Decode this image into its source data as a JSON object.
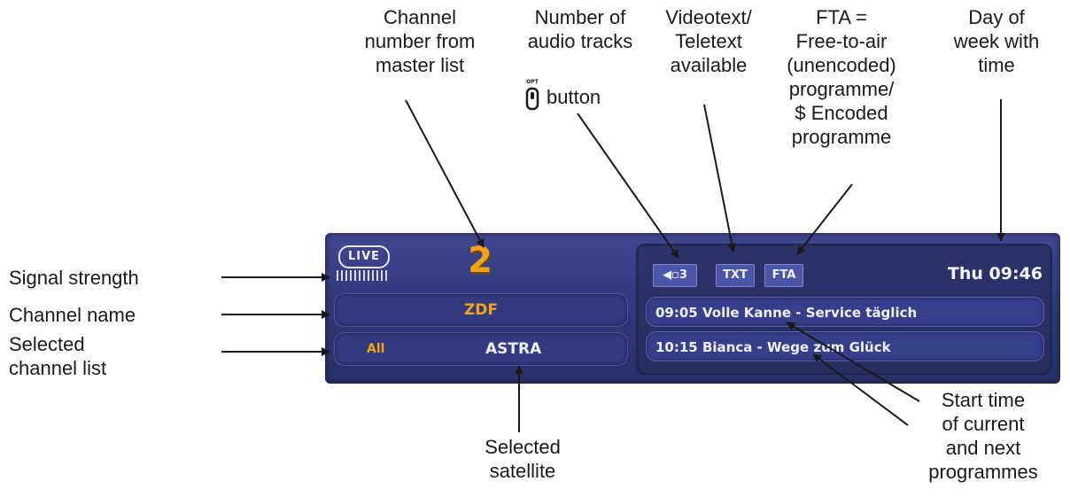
{
  "callouts": {
    "channel_number": "Channel\nnumber from\nmaster list",
    "audio_tracks": "Number of\naudio tracks",
    "audio_button": "button",
    "opt_key": "OPT",
    "videotext": "Videotext/\nTeletext\navailable",
    "fta": "FTA =\nFree-to-air\n(unencoded)\nprogramme/\n$ Encoded\nprogramme",
    "day_time": "Day of\nweek with\ntime",
    "signal_strength": "Signal strength",
    "channel_name": "Channel name",
    "channel_list": "Selected\nchannel list",
    "satellite": "Selected\nsatellite",
    "start_time": "Start time\nof current\nand next\nprogrammes"
  },
  "osd": {
    "live_badge": "LIVE",
    "channel_number": "2",
    "channel_name": "ZDF",
    "channel_list": "All",
    "satellite": "ASTRA",
    "audio_tag": "◀▫3",
    "txt_tag": "TXT",
    "fta_tag": "FTA",
    "clock": "Thu 09:46",
    "epg_now": "09:05 Volle Kanne - Service täglich",
    "epg_next": "10:15 Bianca - Wege zum Glück"
  },
  "colors": {
    "panel": "#2f3778",
    "accent_orange": "#f2a31a",
    "text_light": "#eef0fa",
    "arrow": "#1a1a1a"
  }
}
